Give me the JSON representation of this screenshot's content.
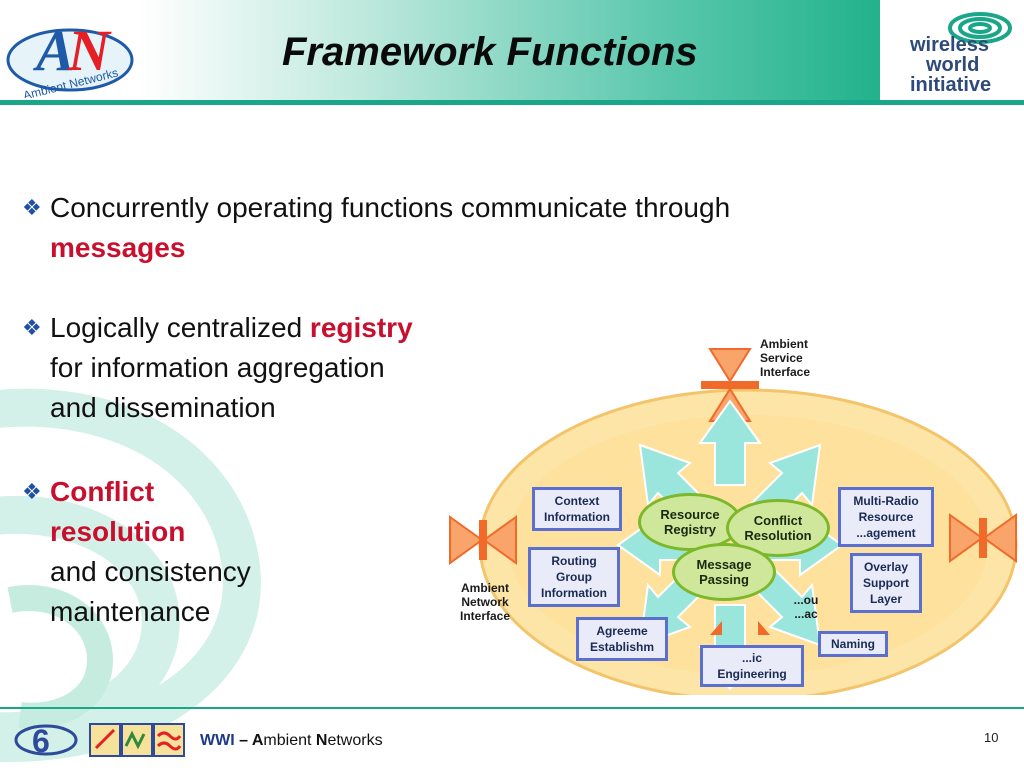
{
  "slide": {
    "title": "Framework Functions",
    "page_number": "10"
  },
  "logos": {
    "left_logo_text": "Ambient Networks",
    "right_logo_lines": [
      "wireless",
      "world",
      "initiative"
    ]
  },
  "bullets": [
    {
      "line1_plain": "Concurrently operating functions communicate through",
      "line2_red": "messages"
    },
    {
      "line1_plain": "Logically centralized ",
      "line1_red": "registry",
      "line2": "for information aggregation",
      "line3": "and dissemination"
    },
    {
      "line1_red": "Conflict",
      "line2_red": "resolution",
      "line3": "and consistency",
      "line4": "maintenance"
    }
  ],
  "diagram": {
    "ambient_service_interface": [
      "Ambient",
      "Service",
      "Interface"
    ],
    "ambient_network_interface": [
      "Ambient",
      "Network",
      "Interface"
    ],
    "boxes": {
      "context": [
        "Context",
        "Information"
      ],
      "routing": [
        "Routing",
        "Group",
        "Information"
      ],
      "agreement": [
        "Agreeme",
        "Establishm"
      ],
      "traffic": [
        "...ic",
        "Engineering"
      ],
      "naming": "Naming",
      "multiradio": [
        "Multi-Radio",
        "Resource",
        "...agement"
      ],
      "overlay": [
        "Overlay",
        "Support",
        "Layer"
      ],
      "hidden": [
        "...ou",
        "...ac"
      ]
    },
    "circles": {
      "registry": [
        "Resource",
        "Registry"
      ],
      "conflict": [
        "Conflict",
        "Resolution"
      ],
      "message": [
        "Message",
        "Passing"
      ]
    },
    "colors": {
      "arrow_fill": "#9ae6dc",
      "ellipse_fill": "#fde5a8",
      "box_border": "#5a6fd0",
      "circle_fill": "#cfe79a",
      "connector": "#f47a3a"
    }
  },
  "footer": {
    "prefix": "WWI",
    "dash": " – ",
    "a_bold": "A",
    "a_rest": "mbient ",
    "n_bold": "N",
    "n_rest": "etworks"
  }
}
